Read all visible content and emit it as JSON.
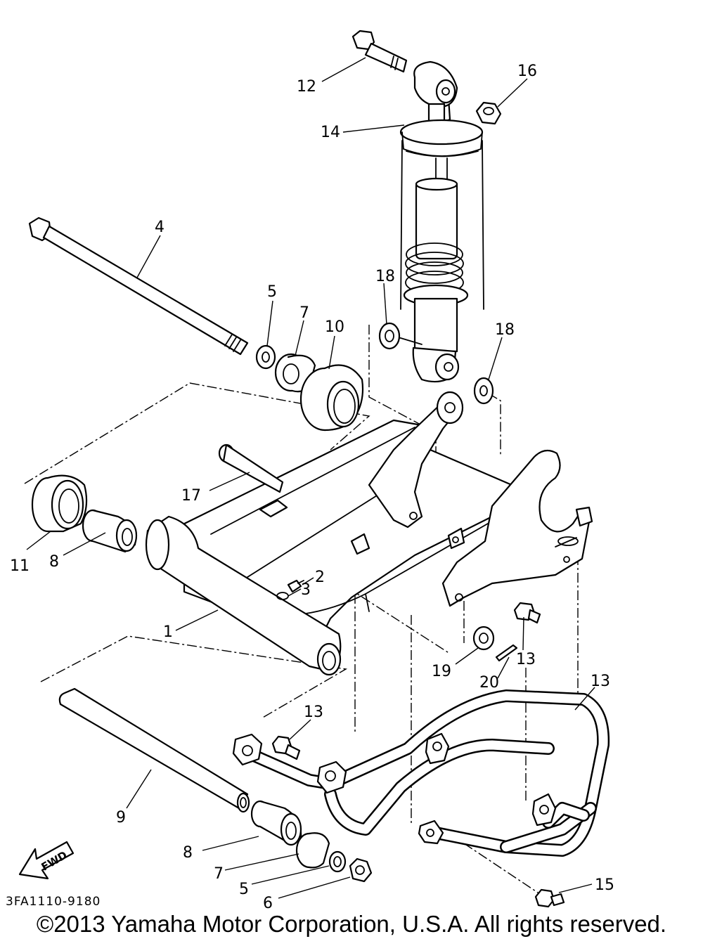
{
  "diagram": {
    "code": "3FA1110-9180",
    "fwd_label": "FWD",
    "callouts": [
      {
        "id": "c1",
        "label": "1"
      },
      {
        "id": "c2",
        "label": "2"
      },
      {
        "id": "c3",
        "label": "3"
      },
      {
        "id": "c4",
        "label": "4"
      },
      {
        "id": "c5a",
        "label": "5"
      },
      {
        "id": "c5b",
        "label": "5"
      },
      {
        "id": "c6",
        "label": "6"
      },
      {
        "id": "c7a",
        "label": "7"
      },
      {
        "id": "c7b",
        "label": "7"
      },
      {
        "id": "c8a",
        "label": "8"
      },
      {
        "id": "c8b",
        "label": "8"
      },
      {
        "id": "c9",
        "label": "9"
      },
      {
        "id": "c10",
        "label": "10"
      },
      {
        "id": "c11",
        "label": "11"
      },
      {
        "id": "c12",
        "label": "12"
      },
      {
        "id": "c13a",
        "label": "13"
      },
      {
        "id": "c13b",
        "label": "13"
      },
      {
        "id": "c13c",
        "label": "13"
      },
      {
        "id": "c14",
        "label": "14"
      },
      {
        "id": "c15",
        "label": "15"
      },
      {
        "id": "c16",
        "label": "16"
      },
      {
        "id": "c17",
        "label": "17"
      },
      {
        "id": "c18a",
        "label": "18"
      },
      {
        "id": "c18b",
        "label": "18"
      },
      {
        "id": "c19",
        "label": "19"
      },
      {
        "id": "c20",
        "label": "20"
      }
    ]
  },
  "footer": {
    "copyright": "©2013 Yamaha Motor Corporation, U.S.A. All rights reserved."
  },
  "colors": {
    "line": "#000000",
    "background": "#ffffff"
  }
}
